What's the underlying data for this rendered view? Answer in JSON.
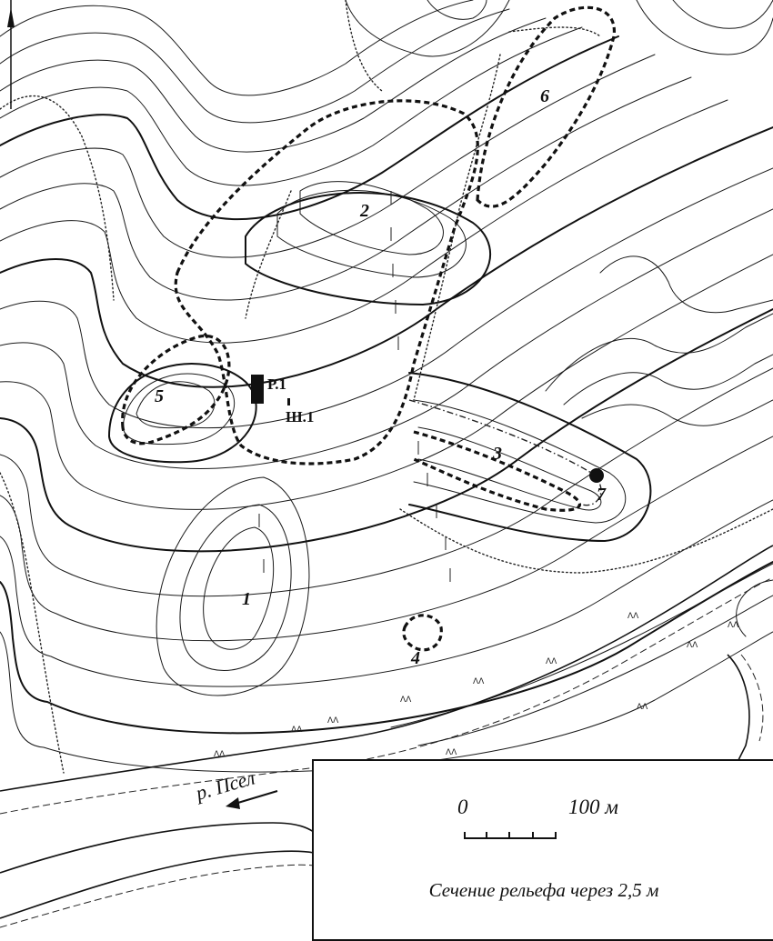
{
  "map": {
    "zones": [
      {
        "id": "1",
        "label": "1"
      },
      {
        "id": "2",
        "label": "2"
      },
      {
        "id": "3",
        "label": "3"
      },
      {
        "id": "4",
        "label": "4"
      },
      {
        "id": "5",
        "label": "5"
      },
      {
        "id": "6",
        "label": "6"
      },
      {
        "id": "7",
        "label": "7"
      }
    ],
    "sites": {
      "excavation_label": "Р.1",
      "trench_label": "Ш.1"
    },
    "river_label": "р. Псел",
    "icons": [
      "north-arrow-icon",
      "river-flow-arrow-icon",
      "excavation-marker-icon",
      "point-marker-icon"
    ]
  },
  "legend": {
    "scale_start": "0",
    "scale_end": "100 м",
    "relief_note": "Сечение рельефа через 2,5 м"
  }
}
